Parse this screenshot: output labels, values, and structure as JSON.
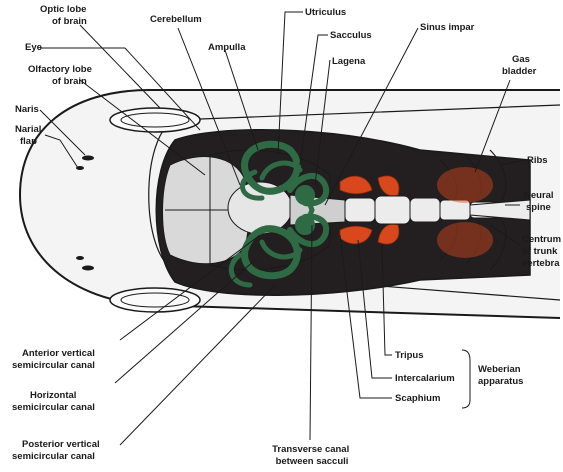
{
  "labels": {
    "optic_lobe": [
      "Optic lobe",
      "of brain"
    ],
    "eye": "Eye",
    "olfactory_lobe": [
      "Olfactory lobe",
      "of brain"
    ],
    "naris": "Naris",
    "narial_flap": [
      "Narial",
      "flap"
    ],
    "cerebellum": "Cerebellum",
    "ampulla": "Ampulla",
    "utriculus": "Utriculus",
    "sacculus": "Sacculus",
    "lagena": "Lagena",
    "sinus_impar": "Sinus impar",
    "gas_bladder": [
      "Gas",
      "bladder"
    ],
    "ribs": "Ribs",
    "neural_spine": [
      "Neural",
      "spine"
    ],
    "centrum": [
      "Centrum",
      "of trunk",
      "vertebra"
    ],
    "anterior_vertical": [
      "Anterior vertical",
      "semicircular canal"
    ],
    "horizontal": [
      "Horizontal",
      "semicircular canal"
    ],
    "posterior_vertical": [
      "Posterior vertical",
      "semicircular canal"
    ],
    "transverse_canal": [
      "Transverse canal",
      "between sacculi"
    ],
    "tripus": "Tripus",
    "intercalarium": "Intercalarium",
    "scaphium": "Scaphium",
    "weberian_apparatus": [
      "Weberian",
      "apparatus"
    ]
  },
  "colors": {
    "labyrinth_green": "#2e6b45",
    "weberian_red": "#d8481c",
    "cavity_dark": "#231f20",
    "outline": "#1a1a1a"
  }
}
